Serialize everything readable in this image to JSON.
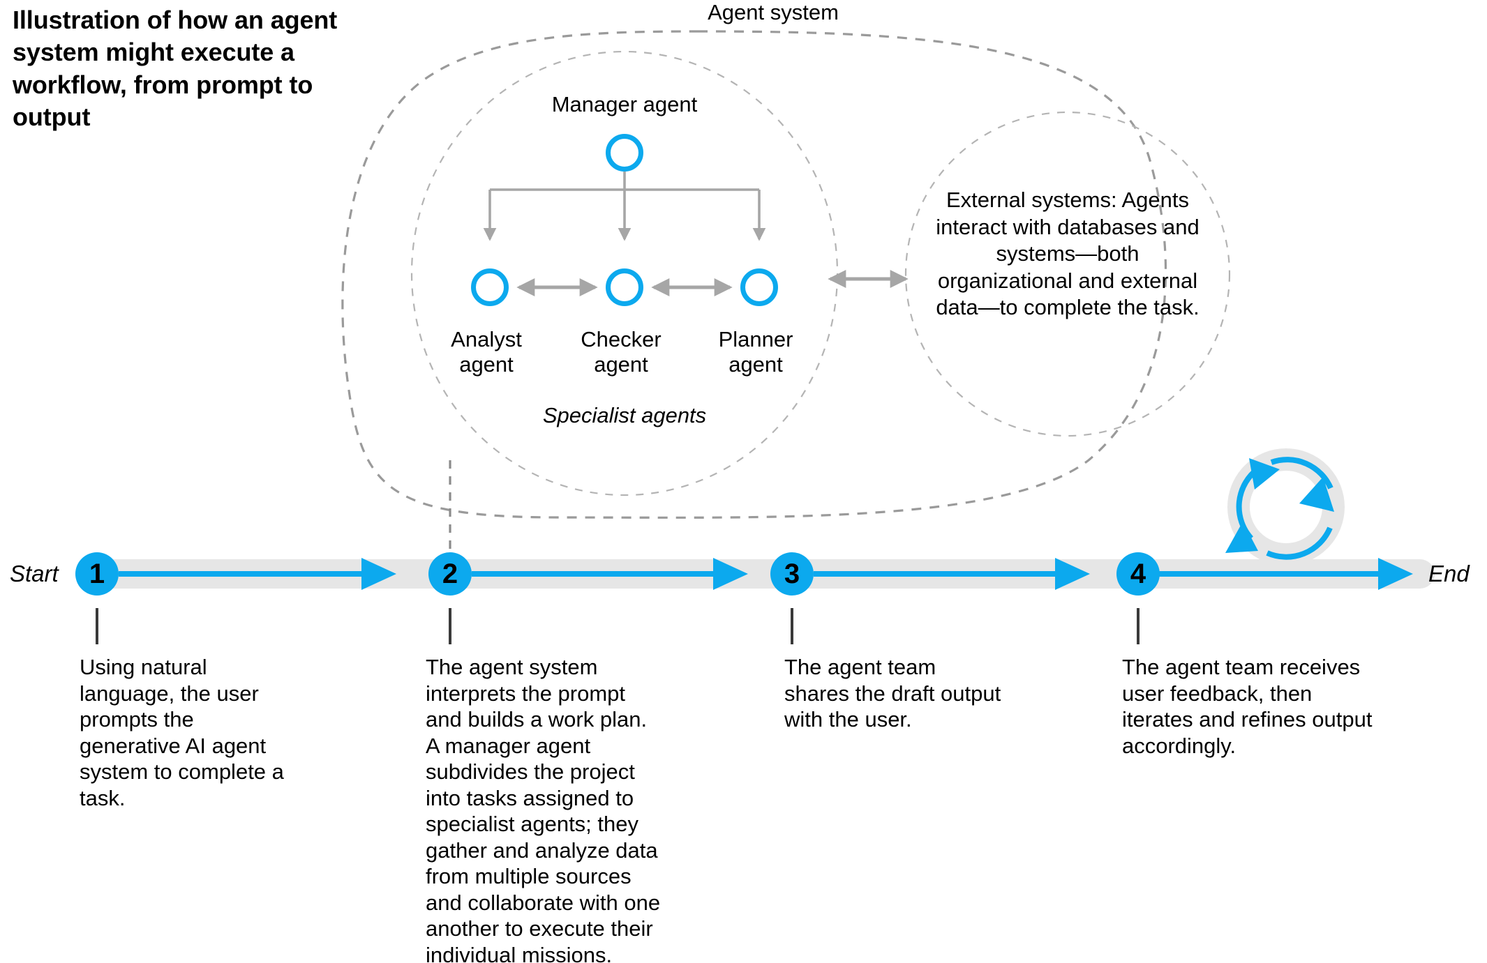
{
  "title": "Illustration of how an agent system might execute a workflow, from prompt to output",
  "colors": {
    "accent_blue": "#0CA9EE",
    "track_grey": "#E6E6E6",
    "arrow_grey": "#A6A6A6",
    "dash_grey": "#9A9A9A",
    "text_black": "#000000"
  },
  "agent_system": {
    "boundary_label": "Agent system",
    "manager": {
      "label": "Manager agent",
      "icon": "circle-outline-icon"
    },
    "specialists_label": "Specialist agents",
    "specialists": [
      {
        "label": "Analyst\nagent",
        "icon": "circle-outline-icon"
      },
      {
        "label": "Checker\nagent",
        "icon": "circle-outline-icon"
      },
      {
        "label": "Planner\nagent",
        "icon": "circle-outline-icon"
      }
    ],
    "external_systems": {
      "text": "External systems: Agents interact with databases and systems—both organizational and external data—to complete the task."
    }
  },
  "timeline": {
    "start_label": "Start",
    "end_label": "End",
    "loop_icon": "circular-refresh-icon",
    "steps": [
      {
        "number": "1",
        "caption": "Using natural language, the user prompts the generative AI agent system to complete a task."
      },
      {
        "number": "2",
        "caption": "The agent system interprets the prompt and builds a work plan. A manager agent subdivides the project into tasks assigned to specialist agents; they gather and analyze data from multiple sources and collaborate with one another to execute their individual missions."
      },
      {
        "number": "3",
        "caption": "The agent team shares the draft output with the user."
      },
      {
        "number": "4",
        "caption": "The agent team receives user feedback, then iterates and refines output accordingly."
      }
    ]
  }
}
